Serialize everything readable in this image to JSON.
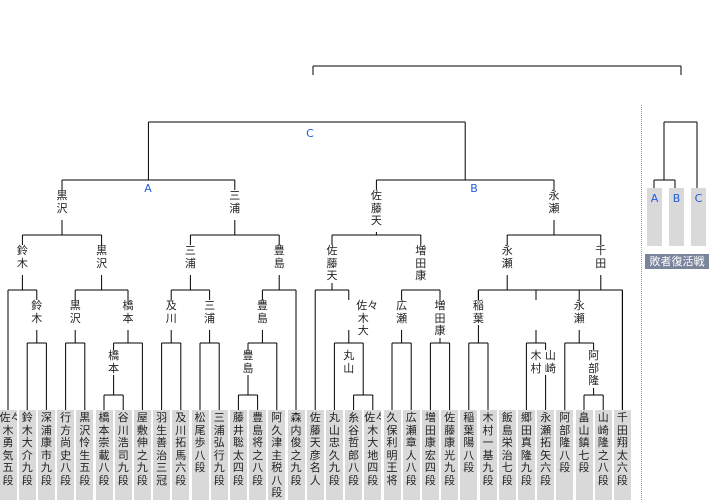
{
  "players": [
    "佐々木勇気五段",
    "鈴木大介九段",
    "深浦康市九段",
    "行方尚史八段",
    "黒沢怜生五段",
    "橋本崇載八段",
    "谷川浩司九段",
    "屋敷伸之九段",
    "羽生善治三冠",
    "及川拓馬六段",
    "松尾　歩八段",
    "三浦弘行九段",
    "藤井聡太四段",
    "豊島将之八段",
    "阿久津主税八段",
    "森内俊之九段",
    "佐藤天彦名人",
    "丸山忠久九段",
    "糸谷哲郎八段",
    "佐々木大地四段",
    "久保利明王将",
    "広瀬章人八段",
    "増田康宏四段",
    "佐藤康光九段",
    "稲葉　陽八段",
    "木村一基九段",
    "飯島栄治七段",
    "郷田真隆九段",
    "永瀬拓矢六段",
    "阿部　隆八段",
    "畠山　鎮七段",
    "山崎隆之八段",
    "千田翔太六段"
  ],
  "winners": [
    "鈴木",
    "黒沢",
    "橋本",
    "橋本",
    "及川",
    "三浦",
    "豊島",
    "豊島",
    "佐々木大",
    "丸山",
    "広瀬",
    "増田康",
    "稲葉",
    "木村",
    "永瀬",
    "阿部隆",
    "山崎",
    "鈴木",
    "黒沢",
    "三浦",
    "豊島",
    "佐藤天",
    "増田康",
    "永瀬",
    "千田",
    "黒沢",
    "三浦",
    "佐藤天",
    "永瀬"
  ],
  "block_labels": [
    "A",
    "B",
    "C"
  ],
  "repechage": {
    "slots": [
      "A",
      "B",
      "C"
    ],
    "title": "敗者復活戦"
  },
  "colors": {
    "cell": "#d9d9d9",
    "line": "#000000",
    "accent": "#1f5fd6",
    "repechage_bg": "#7a859c"
  }
}
